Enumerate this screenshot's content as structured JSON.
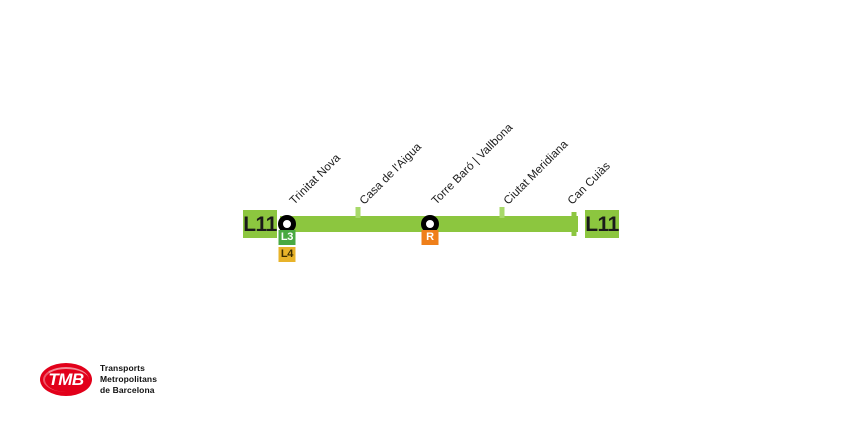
{
  "line": {
    "code": "L11",
    "color": "#8cc63f",
    "badge_text_color": "#1a1a1a"
  },
  "terminus_badges": {
    "left_label": "L11",
    "right_label": "L11"
  },
  "stations": [
    {
      "name": "Trinitat Nova",
      "marker": "interchange",
      "connections": [
        {
          "label": "L3",
          "kind": "metro-l3",
          "color": "#49a942"
        },
        {
          "label": "L4",
          "kind": "metro-l4",
          "color": "#e8b32a"
        }
      ]
    },
    {
      "name": "Casa de l'Aigua",
      "marker": "tick",
      "connections": []
    },
    {
      "name": "Torre Baró | Vallbona",
      "marker": "interchange",
      "connections": [
        {
          "label": "R",
          "kind": "rodalies",
          "color": "#ef7f1a"
        }
      ]
    },
    {
      "name": "Ciutat Meridiana",
      "marker": "tick",
      "connections": []
    },
    {
      "name": "Can Cuiàs",
      "marker": "terminus",
      "connections": []
    }
  ],
  "logo": {
    "mark_text": "TMB",
    "mark_color": "#e2001a",
    "line1": "Transports",
    "line2": "Metropolitans",
    "line3": "de Barcelona"
  }
}
